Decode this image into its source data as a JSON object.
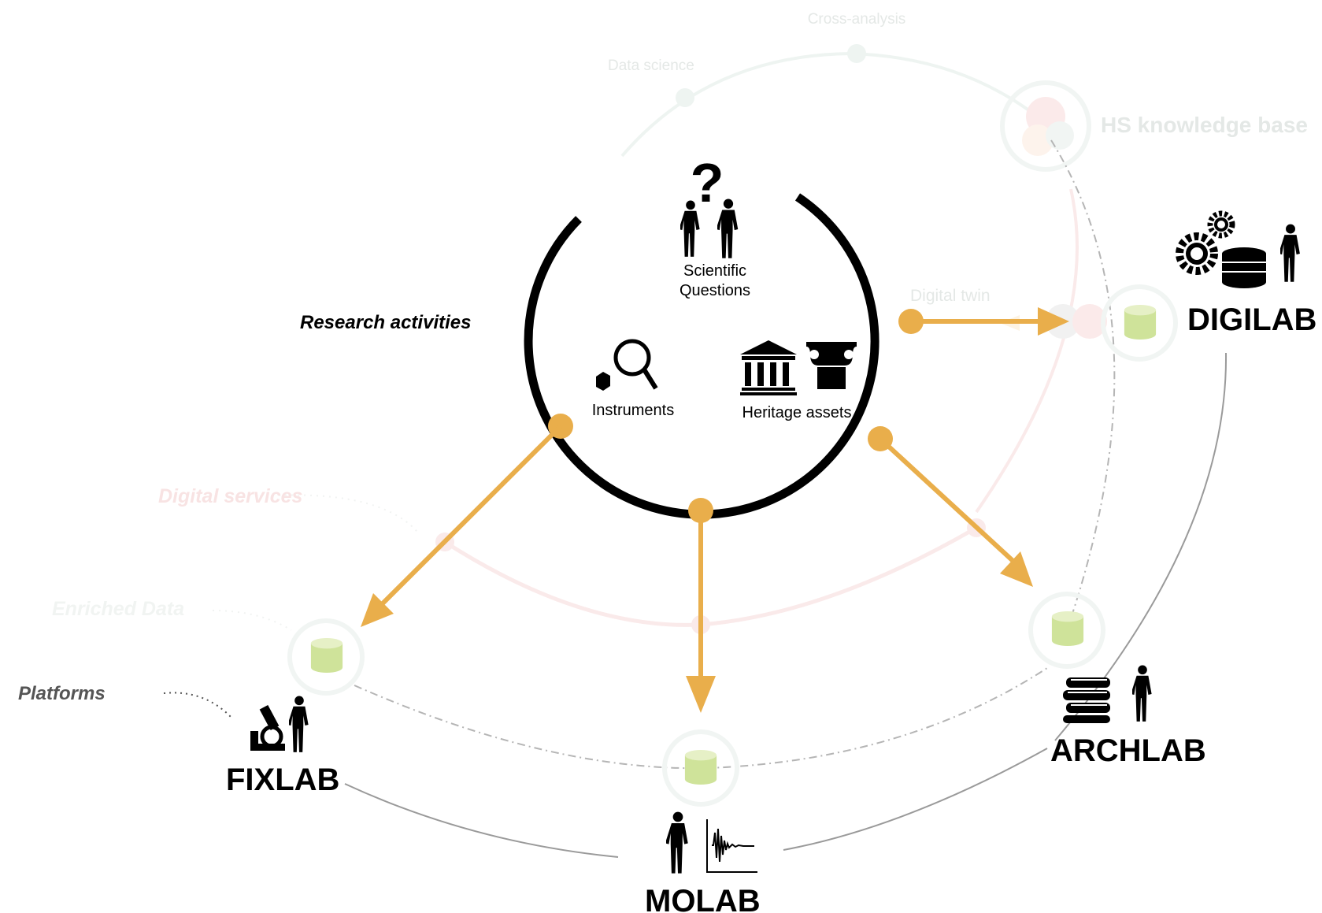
{
  "center": {
    "section_label": "Research activities",
    "questions_line1": "Scientific",
    "questions_line2": "Questions",
    "instruments": "Instruments",
    "heritage": "Heritage assets"
  },
  "background": {
    "cross_analysis": "Cross-analysis",
    "data_science": "Data science",
    "hs_knowledge_base": "HS knowledge base",
    "digital_twin": "Digital  twin",
    "digital_services": "Digital services",
    "enriched_data": "Enriched Data"
  },
  "platforms_label": "Platforms",
  "labs": {
    "fixlab": "FIXLAB",
    "molab": "MOLAB",
    "archlab": "ARCHLAB",
    "digilab": "DIGILAB"
  },
  "colors": {
    "arrow": "#e9ae4b",
    "ring": "#000000",
    "cylinder": "#cfe39a",
    "faint_red": "#f7dede",
    "faint_grey": "#eef2f0",
    "connector": "#9a9a9a"
  }
}
